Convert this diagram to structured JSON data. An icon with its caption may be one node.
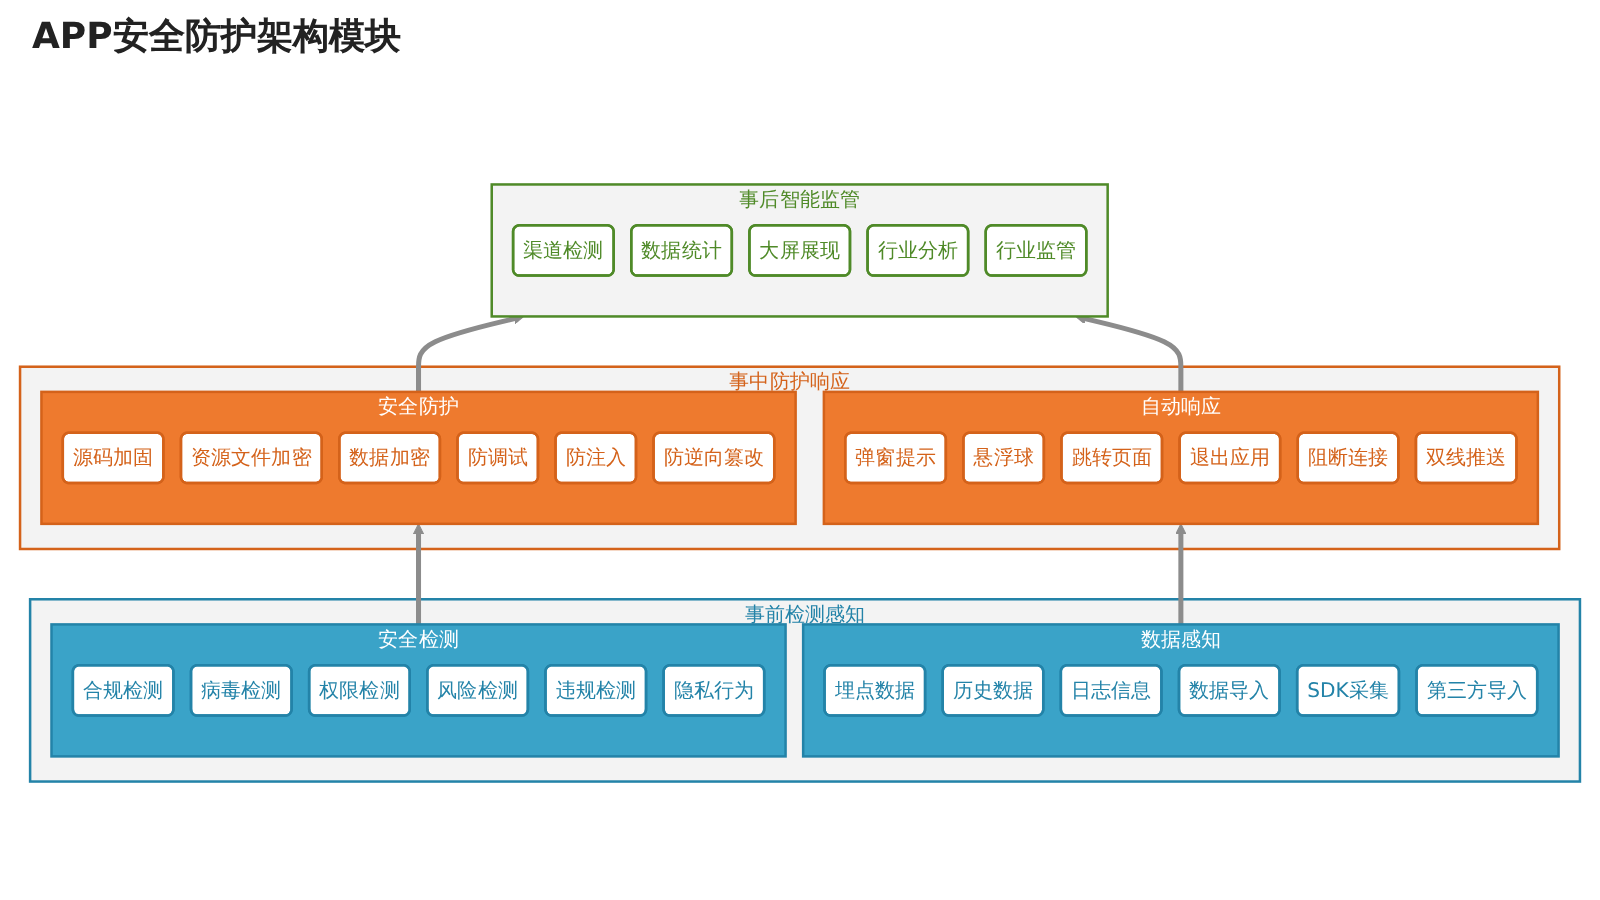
{
  "diagram": {
    "title": "APP安全防护架构模块",
    "nodes": [
      {
        "text": [
          "事后智能监管"
        ]
      },
      {
        "text": [
          "渠道检测"
        ],
        "in": 0
      },
      {
        "text": [
          "数据统计"
        ],
        "in": 0
      },
      {
        "text": [
          "大屏展现"
        ],
        "in": 0
      },
      {
        "text": [
          "行业分析"
        ],
        "in": 0
      },
      {
        "text": [
          "行业监管"
        ],
        "in": 0
      },
      {
        "text": [
          "事中防护响应"
        ]
      },
      {
        "text": [
          "安全防护"
        ],
        "in": 6
      },
      {
        "text": [
          "源码加固"
        ],
        "in": 7
      },
      {
        "text": [
          "资源文件加密"
        ],
        "in": 7
      },
      {
        "text": [
          "数据加密"
        ],
        "in": 7
      },
      {
        "text": [
          "防调试"
        ],
        "in": 7
      },
      {
        "text": [
          "防注入"
        ],
        "in": 7
      },
      {
        "text": [
          "防逆向篡改"
        ],
        "in": 7
      },
      {
        "text": [
          "自动响应"
        ],
        "in": 6
      },
      {
        "text": [
          "弹窗提示"
        ],
        "in": 14
      },
      {
        "text": [
          "悬浮球"
        ],
        "in": 14
      },
      {
        "text": [
          "跳转页面"
        ],
        "in": 14
      },
      {
        "text": [
          "退出应用"
        ],
        "in": 14
      },
      {
        "text": [
          "阻断连接"
        ],
        "in": 14
      },
      {
        "text": [
          "双线推送"
        ],
        "in": 14
      },
      {
        "text": [
          "事前检测感知"
        ]
      },
      {
        "text": [
          "安全检测"
        ],
        "in": 21
      },
      {
        "text": [
          "合规检测"
        ],
        "in": 22
      },
      {
        "text": [
          "病毒检测"
        ],
        "in": 22
      },
      {
        "text": [
          "权限检测"
        ],
        "in": 22
      },
      {
        "text": [
          "风险检测"
        ],
        "in": 22
      },
      {
        "text": [
          "违规检测"
        ],
        "in": 22
      },
      {
        "text": [
          "隐私行为"
        ],
        "in": 22
      },
      {
        "text": [
          "数据感知"
        ],
        "in": 21
      },
      {
        "text": [
          "埋点数据"
        ],
        "in": 29
      },
      {
        "text": [
          "历史数据"
        ],
        "in": 29
      },
      {
        "text": [
          "日志信息"
        ],
        "in": 29
      },
      {
        "text": [
          "数据导入"
        ],
        "in": 29
      },
      {
        "text": [
          "SDK采集"
        ],
        "in": 29
      },
      {
        "text": [
          "第三方导入"
        ],
        "in": 29
      }
    ],
    "edges": [
      {
        "from": 22,
        "to": 7,
        "arrow": "to"
      },
      {
        "from": 29,
        "to": 14,
        "arrow": "to"
      },
      {
        "from": 7,
        "to": 0,
        "arrow": "to"
      },
      {
        "from": 14,
        "to": 0,
        "arrow": "to"
      }
    ]
  }
}
